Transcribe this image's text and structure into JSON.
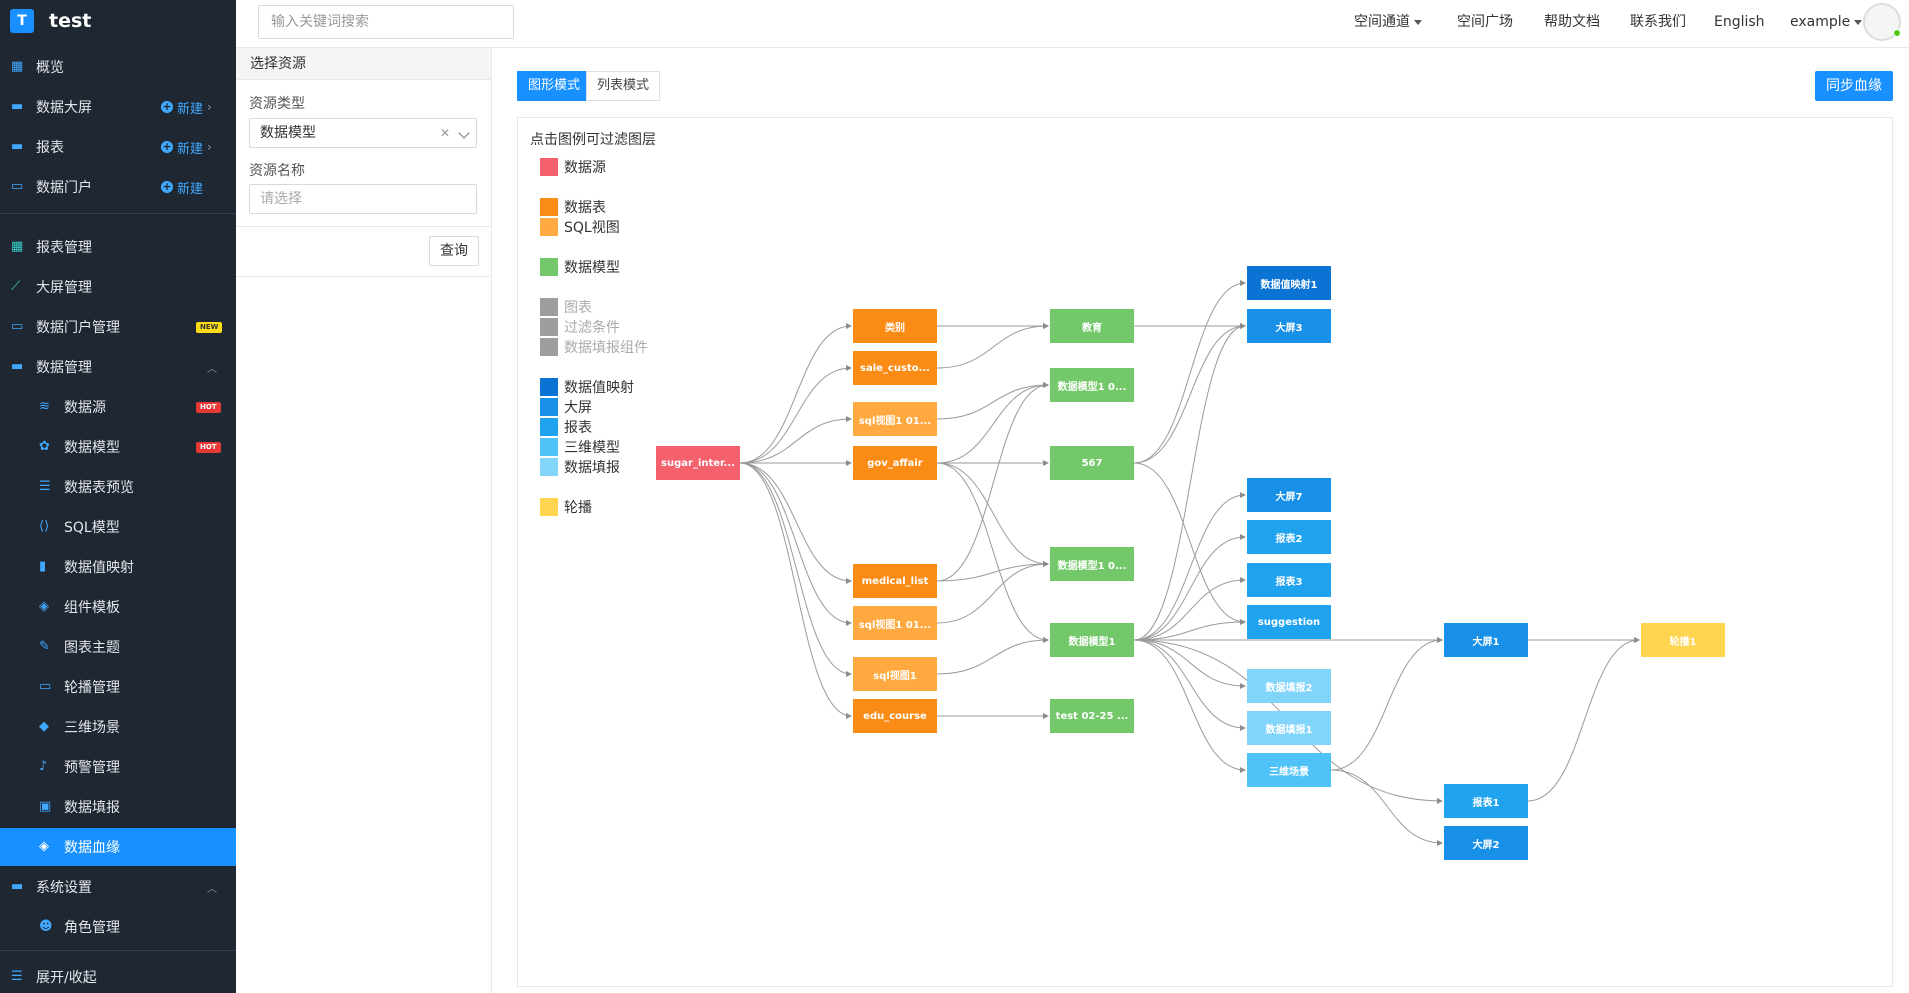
{
  "app": {
    "logo_letter": "T",
    "name": "test"
  },
  "sidebar": {
    "new_label": "新建",
    "items": [
      {
        "label": "概览",
        "icon": "dashboard-icon"
      },
      {
        "label": "数据大屏",
        "icon": "folder-icon"
      },
      {
        "label": "报表",
        "icon": "folder-icon"
      },
      {
        "label": "数据门户",
        "icon": "window-icon"
      },
      {
        "label": "报表管理",
        "icon": "grid-icon"
      },
      {
        "label": "大屏管理",
        "icon": "line-chart-icon"
      },
      {
        "label": "数据门户管理",
        "icon": "window-icon",
        "badge": "NEW"
      },
      {
        "label": "数据管理",
        "icon": "folder-icon"
      },
      {
        "label": "数据源",
        "icon": "database-icon",
        "badge": "HOT"
      },
      {
        "label": "数据模型",
        "icon": "cubes-icon",
        "badge": "HOT"
      },
      {
        "label": "数据表预览",
        "icon": "list-icon"
      },
      {
        "label": "SQL模型",
        "icon": "code-icon"
      },
      {
        "label": "数据值映射",
        "icon": "book-icon"
      },
      {
        "label": "组件模板",
        "icon": "template-icon"
      },
      {
        "label": "图表主题",
        "icon": "magic-wand-icon"
      },
      {
        "label": "轮播管理",
        "icon": "monitor-icon"
      },
      {
        "label": "三维场景",
        "icon": "cube-icon"
      },
      {
        "label": "预警管理",
        "icon": "bell-icon"
      },
      {
        "label": "数据填报",
        "icon": "id-card-icon"
      },
      {
        "label": "数据血缘",
        "icon": "layers-icon"
      },
      {
        "label": "系统设置",
        "icon": "folder-icon"
      },
      {
        "label": "角色管理",
        "icon": "users-icon"
      },
      {
        "label": "展开/收起",
        "icon": "collapse-icon"
      }
    ]
  },
  "topbar": {
    "search_placeholder": "输入关键词搜索",
    "nav": [
      "空间通道",
      "空间广场",
      "帮助文档",
      "联系我们",
      "English",
      "example"
    ]
  },
  "panel": {
    "title": "选择资源",
    "type_label": "资源类型",
    "type_value": "数据模型",
    "name_label": "资源名称",
    "name_placeholder": "请选择",
    "query_button": "查询"
  },
  "main": {
    "tab_graph": "图形模式",
    "tab_list": "列表模式",
    "sync_button": "同步血缘",
    "hint": "点击图例可过滤图层"
  },
  "legend": [
    {
      "label": "数据源",
      "color": "#f4606c",
      "dim": false
    },
    {
      "label": "数据表",
      "color": "#fa8c16",
      "dim": false
    },
    {
      "label": "SQL视图",
      "color": "#ffa940",
      "dim": false
    },
    {
      "label": "数据模型",
      "color": "#73c96a",
      "dim": false
    },
    {
      "label": "图表",
      "color": "#9e9e9e",
      "dim": true
    },
    {
      "label": "过滤条件",
      "color": "#9e9e9e",
      "dim": true
    },
    {
      "label": "数据填报组件",
      "color": "#9e9e9e",
      "dim": true
    },
    {
      "label": "数据值映射",
      "color": "#0b73d4",
      "dim": false
    },
    {
      "label": "大屏",
      "color": "#1890e8",
      "dim": false
    },
    {
      "label": "报表",
      "color": "#20a3ee",
      "dim": false
    },
    {
      "label": "三维模型",
      "color": "#4fc3f7",
      "dim": false
    },
    {
      "label": "数据填报",
      "color": "#81d4fa",
      "dim": false
    },
    {
      "label": "轮播",
      "color": "#ffd54f",
      "dim": false
    }
  ],
  "nodes": [
    {
      "id": "src",
      "label": "sugar_inter...",
      "kind": "数据源"
    },
    {
      "id": "t1",
      "label": "类别",
      "kind": "数据表"
    },
    {
      "id": "t2",
      "label": "sale_custo...",
      "kind": "数据表"
    },
    {
      "id": "v1",
      "label": "sql视图1 01...",
      "kind": "SQL视图"
    },
    {
      "id": "t3",
      "label": "gov_affair",
      "kind": "数据表"
    },
    {
      "id": "t4",
      "label": "medical_list",
      "kind": "数据表"
    },
    {
      "id": "v2",
      "label": "sql视图1 01...",
      "kind": "SQL视图"
    },
    {
      "id": "v3",
      "label": "sql视图1",
      "kind": "SQL视图"
    },
    {
      "id": "t5",
      "label": "edu_course",
      "kind": "数据表"
    },
    {
      "id": "m1",
      "label": "教育",
      "kind": "数据模型"
    },
    {
      "id": "m2",
      "label": "数据模型1 0...",
      "kind": "数据模型"
    },
    {
      "id": "m3",
      "label": "567",
      "kind": "数据模型"
    },
    {
      "id": "m4",
      "label": "数据模型1 0...",
      "kind": "数据模型"
    },
    {
      "id": "m5",
      "label": "数据模型1",
      "kind": "数据模型"
    },
    {
      "id": "m6",
      "label": "test 02-25 ...",
      "kind": "数据模型"
    },
    {
      "id": "d1",
      "label": "数据值映射1",
      "kind": "数据值映射"
    },
    {
      "id": "s3",
      "label": "大屏3",
      "kind": "大屏"
    },
    {
      "id": "s7",
      "label": "大屏7",
      "kind": "大屏"
    },
    {
      "id": "r2",
      "label": "报表2",
      "kind": "报表"
    },
    {
      "id": "r3",
      "label": "报表3",
      "kind": "报表"
    },
    {
      "id": "rs",
      "label": "suggestion",
      "kind": "报表"
    },
    {
      "id": "f2",
      "label": "数据填报2",
      "kind": "数据填报"
    },
    {
      "id": "f1",
      "label": "数据填报1",
      "kind": "数据填报"
    },
    {
      "id": "sc",
      "label": "三维场景",
      "kind": "三维模型"
    },
    {
      "id": "s1",
      "label": "大屏1",
      "kind": "大屏"
    },
    {
      "id": "r1",
      "label": "报表1",
      "kind": "报表"
    },
    {
      "id": "s2",
      "label": "大屏2",
      "kind": "大屏"
    },
    {
      "id": "c1",
      "label": "轮播1",
      "kind": "轮播"
    }
  ],
  "edges": [
    [
      "src",
      "t1"
    ],
    [
      "src",
      "t2"
    ],
    [
      "src",
      "v1"
    ],
    [
      "src",
      "t3"
    ],
    [
      "src",
      "t4"
    ],
    [
      "src",
      "v2"
    ],
    [
      "src",
      "v3"
    ],
    [
      "src",
      "t5"
    ],
    [
      "t1",
      "m1"
    ],
    [
      "t2",
      "m1"
    ],
    [
      "t3",
      "m3"
    ],
    [
      "t3",
      "m2"
    ],
    [
      "t3",
      "m4"
    ],
    [
      "t3",
      "m5"
    ],
    [
      "v1",
      "m2"
    ],
    [
      "t4",
      "m4"
    ],
    [
      "t4",
      "m2"
    ],
    [
      "v2",
      "m4"
    ],
    [
      "v3",
      "m5"
    ],
    [
      "t5",
      "m6"
    ],
    [
      "m1",
      "s3"
    ],
    [
      "m3",
      "d1"
    ],
    [
      "m3",
      "s3"
    ],
    [
      "m3",
      "rs"
    ],
    [
      "m5",
      "s3"
    ],
    [
      "m5",
      "s7"
    ],
    [
      "m5",
      "r2"
    ],
    [
      "m5",
      "r3"
    ],
    [
      "m5",
      "rs"
    ],
    [
      "m5",
      "f2"
    ],
    [
      "m5",
      "f1"
    ],
    [
      "m5",
      "sc"
    ],
    [
      "m5",
      "s1"
    ],
    [
      "m5",
      "r1"
    ],
    [
      "sc",
      "s1"
    ],
    [
      "sc",
      "s2"
    ],
    [
      "s1",
      "c1"
    ],
    [
      "r1",
      "c1"
    ]
  ]
}
